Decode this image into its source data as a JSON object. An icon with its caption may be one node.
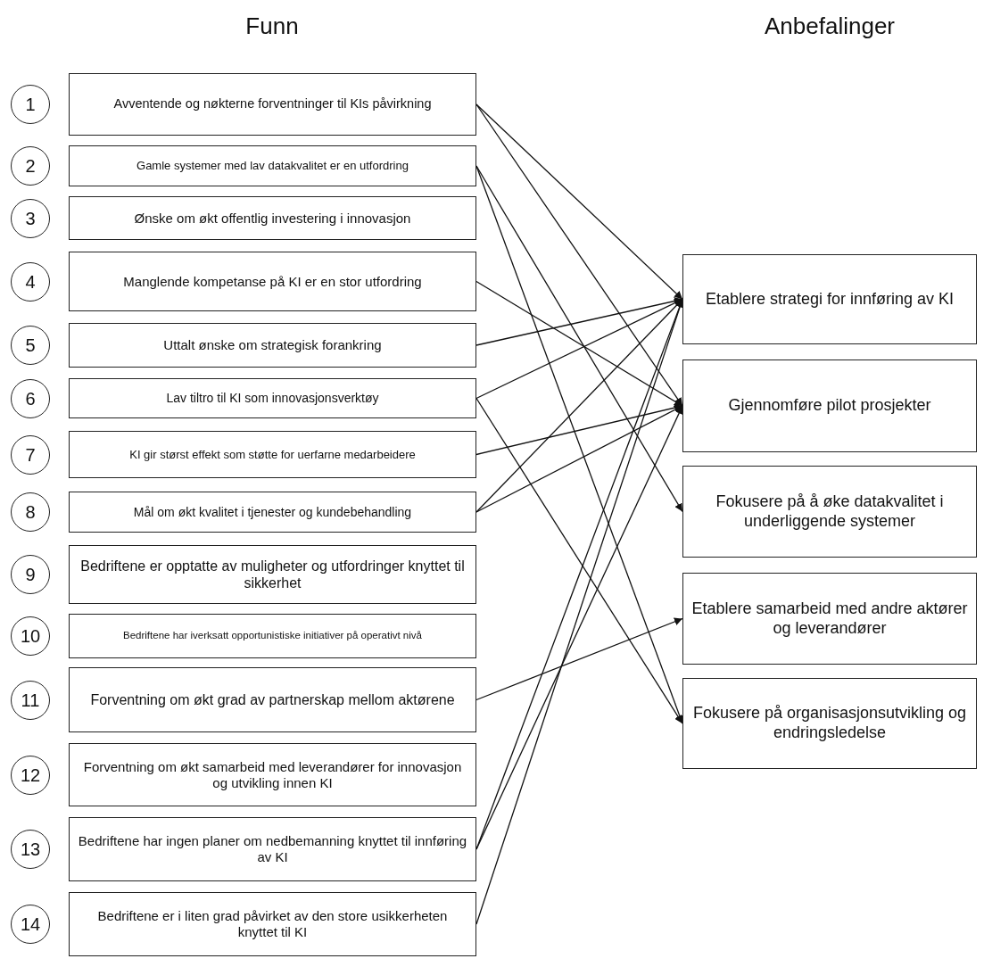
{
  "diagram": {
    "nodes": [
      {
        "text": [
          "1"
        ]
      },
      {
        "text": [
          "Avventende og nøkterne forventninger til KIs påvirkning"
        ]
      },
      {
        "text": [
          "2"
        ]
      },
      {
        "text": [
          "Gamle systemer med lav datakvalitet er en utfordring"
        ]
      },
      {
        "text": [
          "3"
        ]
      },
      {
        "text": [
          "Ønske om økt offentlig investering i innovasjon"
        ]
      },
      {
        "text": [
          "4"
        ]
      },
      {
        "text": [
          "Manglende kompetanse på KI er en stor utfordring"
        ]
      },
      {
        "text": [
          "5"
        ]
      },
      {
        "text": [
          "Uttalt ønske om strategisk forankring"
        ]
      },
      {
        "text": [
          "6"
        ]
      },
      {
        "text": [
          "Lav tiltro til KI som innovasjonsverktøy"
        ]
      },
      {
        "text": [
          "7"
        ]
      },
      {
        "text": [
          "KI gir størst effekt som støtte for uerfarne medarbeidere"
        ]
      },
      {
        "text": [
          "8"
        ]
      },
      {
        "text": [
          "Mål om økt kvalitet i tjenester og kundebehandling"
        ]
      },
      {
        "text": [
          "9"
        ]
      },
      {
        "text": [
          "Bedriftene er opptatte av muligheter og utfordringer knyttet til sikkerhet"
        ]
      },
      {
        "text": [
          "10"
        ]
      },
      {
        "text": [
          "Bedriftene har iverksatt opportunistiske initiativer på operativt nivå"
        ]
      },
      {
        "text": [
          "11"
        ]
      },
      {
        "text": [
          "Forventning om økt grad av partnerskap mellom aktørene"
        ]
      },
      {
        "text": [
          "12"
        ]
      },
      {
        "text": [
          "Forventning om økt samarbeid med leverandører for innovasjon og utvikling innen KI"
        ]
      },
      {
        "text": [
          "13"
        ]
      },
      {
        "text": [
          "Bedriftene har ingen planer om nedbemanning knyttet til innføring av KI"
        ]
      },
      {
        "text": [
          "14"
        ]
      },
      {
        "text": [
          "Bedriftene er i liten grad påvirket av den store usikkerheten knyttet til KI"
        ]
      },
      {
        "text": [
          "Etablere strategi for innføring av KI"
        ]
      },
      {
        "text": [
          "Gjennomføre pilot prosjekter"
        ]
      },
      {
        "text": [
          "Fokusere på å øke datakvalitet i underliggende systemer"
        ]
      },
      {
        "text": [
          "Etablere samarbeid med andre aktører og leverandører"
        ]
      },
      {
        "text": [
          "Fokusere på organisasjonsutvikling og endringsledelse"
        ]
      }
    ],
    "edges": [
      {
        "from": 1,
        "to": 28,
        "arrow": "to"
      },
      {
        "from": 1,
        "to": 29,
        "arrow": "to"
      },
      {
        "from": 3,
        "to": 30,
        "arrow": "to"
      },
      {
        "from": 3,
        "to": 32,
        "arrow": "to"
      },
      {
        "from": 7,
        "to": 29,
        "arrow": "to"
      },
      {
        "from": 9,
        "to": 28,
        "arrow": "to"
      },
      {
        "from": 11,
        "to": 28,
        "arrow": "to"
      },
      {
        "from": 11,
        "to": 32,
        "arrow": "to"
      },
      {
        "from": 13,
        "to": 29,
        "arrow": "to"
      },
      {
        "from": 15,
        "to": 28,
        "arrow": "to"
      },
      {
        "from": 15,
        "to": 29,
        "arrow": "to"
      },
      {
        "from": 21,
        "to": 31,
        "arrow": "to"
      },
      {
        "from": 25,
        "to": 28,
        "arrow": "to"
      },
      {
        "from": 25,
        "to": 29,
        "arrow": "to"
      },
      {
        "from": 27,
        "to": 28,
        "arrow": "to"
      }
    ],
    "labels": [
      "Funn",
      "Anbefalinger"
    ]
  }
}
